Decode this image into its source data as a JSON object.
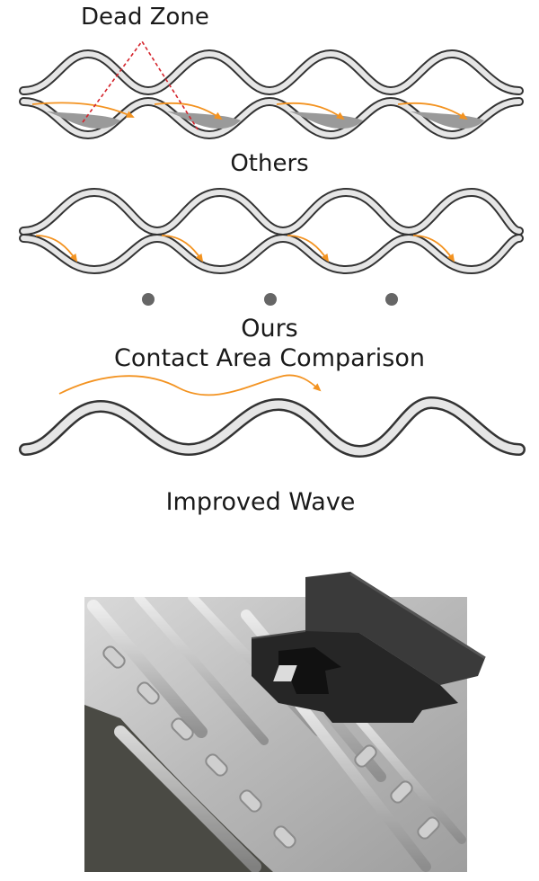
{
  "labels": {
    "dead_zone": "Dead Zone",
    "others": "Others",
    "ours": "Ours",
    "contact_area": "Contact Area Comparison",
    "improved_wave": "Improved Wave"
  },
  "colors": {
    "sheet_outline": "#333333",
    "sheet_fill": "#e6e6e6",
    "dead_zone_fill": "#9a9a9a",
    "dead_zone_marker": "#d4232b",
    "flow_arrow": "#f39321",
    "contact_dot": "#666666",
    "photo_metal": "#b5b5b5",
    "photo_dark": "#4a4a44",
    "clip": "#2b2b2b"
  },
  "icons": {
    "flow_arrow": "flow-arrow-icon",
    "contact_dot": "contact-dot-icon",
    "clip": "spacer-clip"
  },
  "dots": {
    "count": 3
  },
  "waves": {
    "others_cells": 4,
    "ours_cells": 4,
    "improved_periods": 3.5
  }
}
